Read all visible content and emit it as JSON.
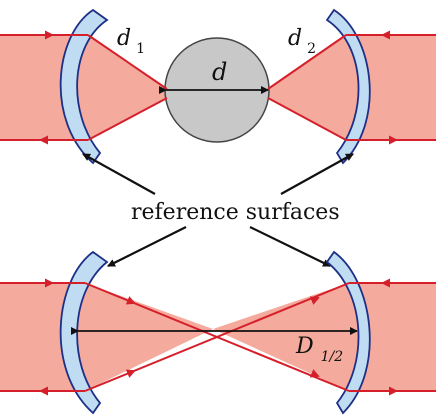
{
  "labels": {
    "d1_main": "d",
    "d1_sub": "1",
    "d2_main": "d",
    "d2_sub": "2",
    "d_main": "d",
    "reference_surfaces": "reference surfaces",
    "d_half_main": "D",
    "d_half_sub": "1/2"
  },
  "colors": {
    "beam_fill": "#f4aa9c",
    "mirror_fill": "#bfdcf2",
    "mirror_stroke": "#1d2f86",
    "ray": "#d5202b",
    "sphere_fill": "#c8c8c8",
    "sphere_stroke": "#444444",
    "arrow": "#111111"
  }
}
